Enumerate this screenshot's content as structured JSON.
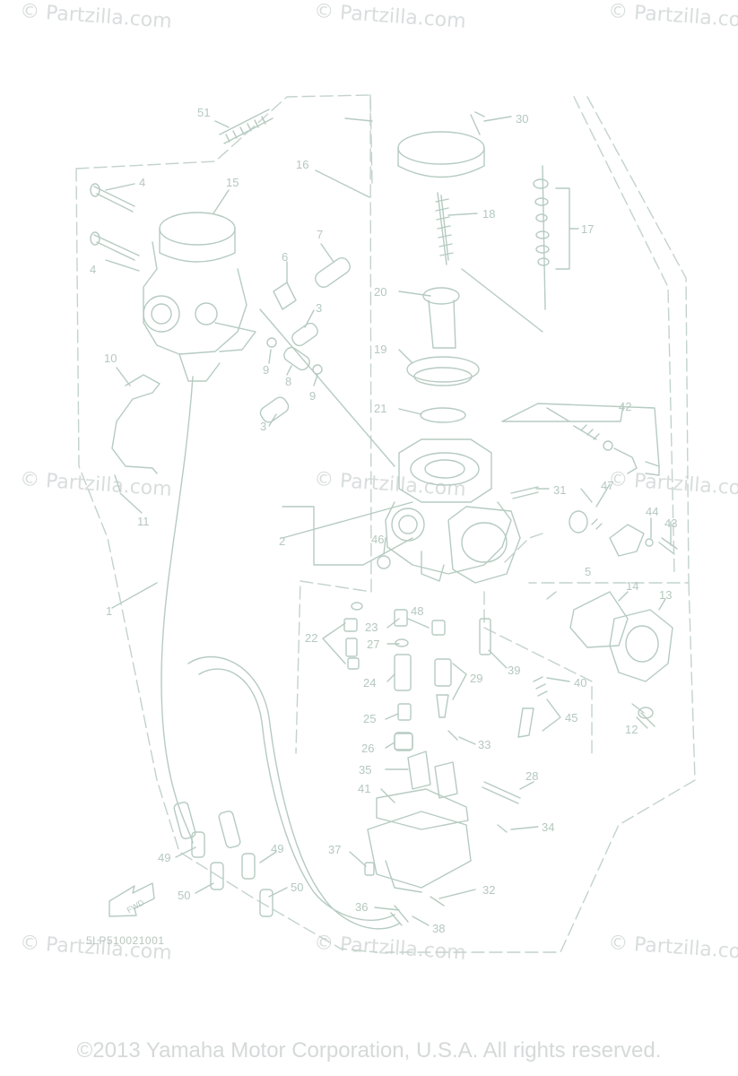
{
  "watermark": "© Partzilla.com",
  "diagram_code": "5LP510021001",
  "footer": "©2013 Yamaha Motor Corporation, U.S.A. All rights reserved.",
  "fwd_label": "FWD",
  "colors": {
    "line": "#b6cbc1",
    "dash": "#c3d3cb",
    "watermark": "#d9dddd"
  },
  "callouts": [
    "1",
    "2",
    "3",
    "4",
    "5",
    "6",
    "7",
    "8",
    "9",
    "10",
    "11",
    "12",
    "13",
    "14",
    "15",
    "16",
    "17",
    "18",
    "19",
    "20",
    "21",
    "22",
    "23",
    "24",
    "25",
    "26",
    "27",
    "28",
    "29",
    "30",
    "31",
    "32",
    "33",
    "34",
    "35",
    "36",
    "37",
    "38",
    "39",
    "40",
    "41",
    "42",
    "43",
    "44",
    "45",
    "46",
    "47",
    "48",
    "49",
    "50",
    "51"
  ]
}
